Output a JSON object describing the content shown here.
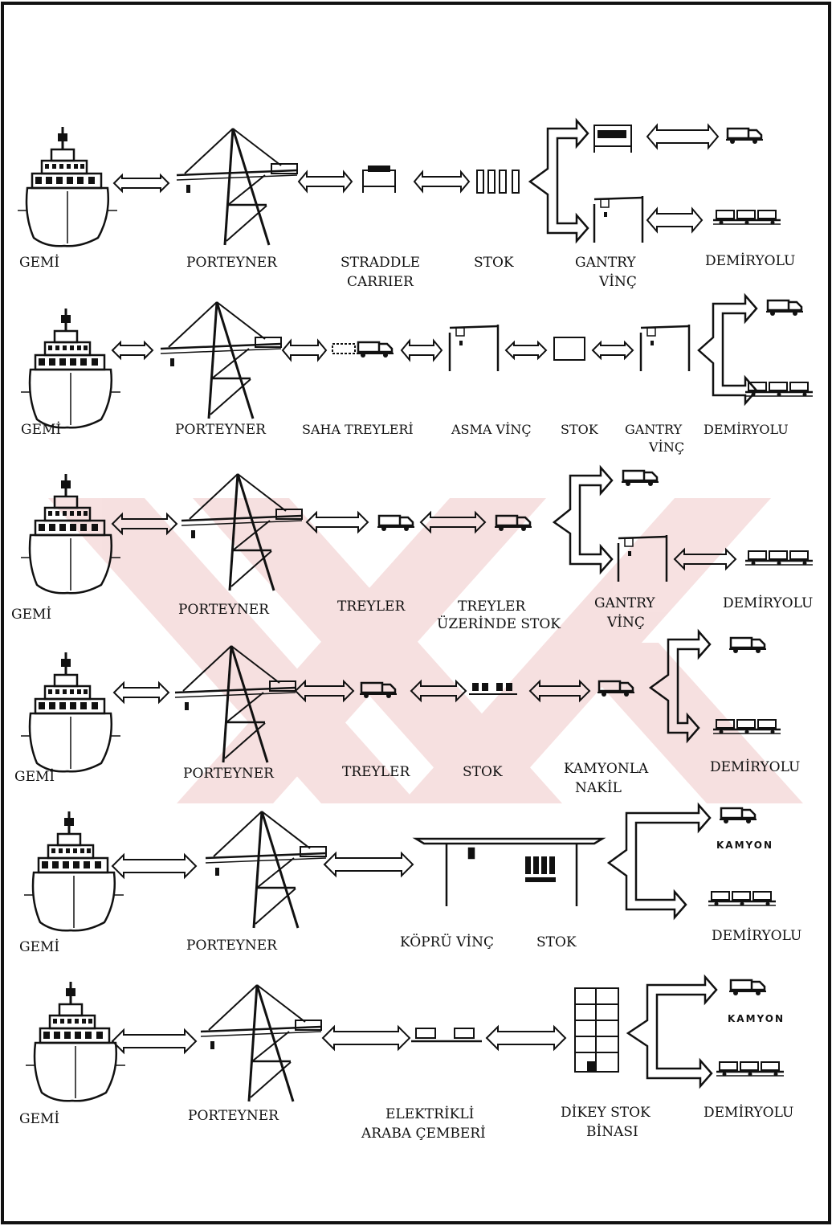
{
  "colors": {
    "ink": "#111111",
    "watermark": "#e8b0b0",
    "background": "#ffffff"
  },
  "rows": [
    {
      "id": "row1",
      "labels": {
        "ship": "GEMİ",
        "crane": "PORTEYNER",
        "straddle": [
          "STRADDLE",
          "CARRIER"
        ],
        "stock": "STOK",
        "gantry": [
          "GANTRY",
          "VİNÇ"
        ],
        "rail": "DEMİRYOLU"
      }
    },
    {
      "id": "row2",
      "labels": {
        "ship": "GEMİ",
        "crane": "PORTEYNER",
        "trailer": "SAHA TREYLERİ",
        "hoist": "ASMA VİNÇ",
        "stock": "STOK",
        "gantry": [
          "GANTRY",
          "VİNÇ"
        ],
        "rail": "DEMİRYOLU"
      }
    },
    {
      "id": "row3",
      "labels": {
        "ship": "GEMİ",
        "crane": "PORTEYNER",
        "trailer": "TREYLER",
        "trailer_stock": [
          "TREYLER",
          "ÜZERİNDE STOK"
        ],
        "gantry": [
          "GANTRY",
          "VİNÇ"
        ],
        "rail": "DEMİRYOLU"
      }
    },
    {
      "id": "row4",
      "labels": {
        "ship": "GEMİ",
        "crane": "PORTEYNER",
        "trailer": "TREYLER",
        "stock": "STOK",
        "truck_transport": [
          "KAMYONLA",
          "NAKİL"
        ],
        "rail": "DEMİRYOLU"
      }
    },
    {
      "id": "row5",
      "labels": {
        "ship": "GEMİ",
        "crane": "PORTEYNER",
        "bridge": "KÖPRÜ VİNÇ",
        "stock": "STOK",
        "truck": "KAMYON",
        "rail": "DEMİRYOLU"
      }
    },
    {
      "id": "row6",
      "labels": {
        "ship": "GEMİ",
        "crane": "PORTEYNER",
        "loop": [
          "ELEKTRİKLİ",
          "ARABA ÇEMBERİ"
        ],
        "vstock": [
          "DİKEY STOK",
          "BİNASI"
        ],
        "truck": "KAMYON",
        "rail": "DEMİRYOLU"
      }
    }
  ],
  "icons": {
    "ship": "container-ship-icon",
    "crane": "gantry-crane-icon",
    "arrow": "double-arrow-icon",
    "branch": "branch-arrow-icon",
    "truck": "truck-icon",
    "train": "rail-wagon-icon"
  }
}
